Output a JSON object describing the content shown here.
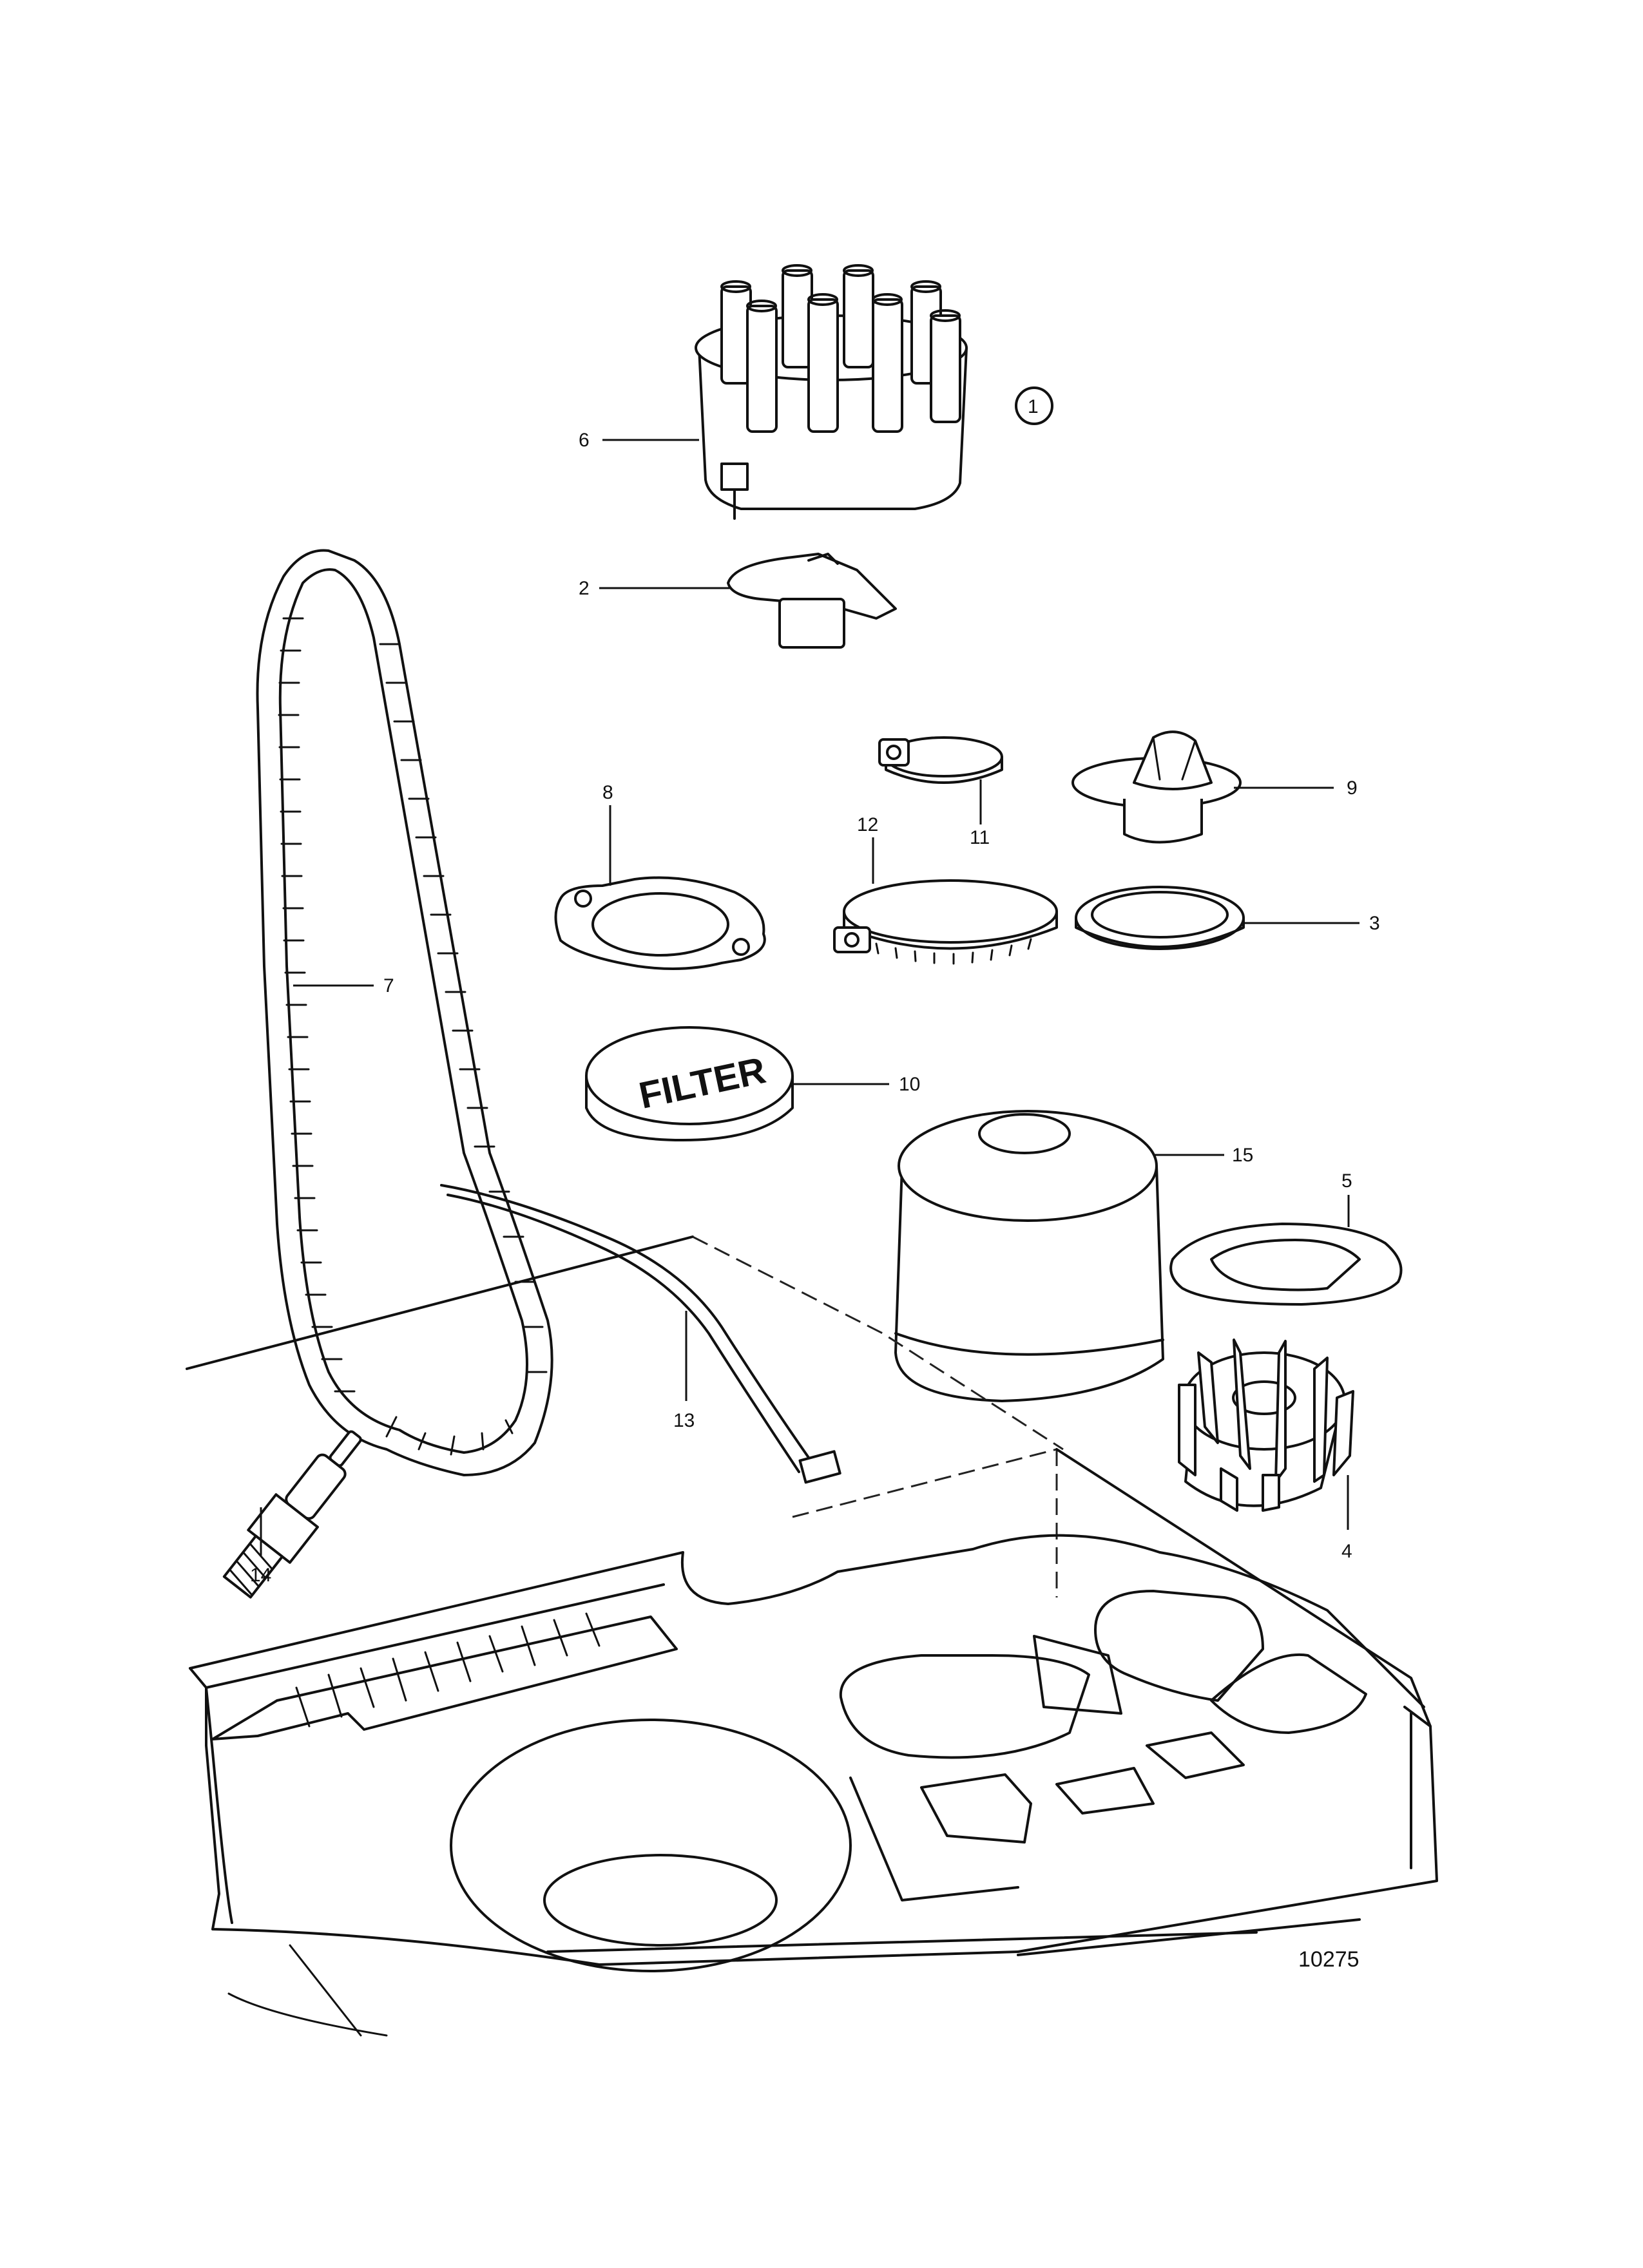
{
  "figure": {
    "group_marker": "1",
    "drawing_number": "10275",
    "parts": [
      {
        "id": "6",
        "name": "distributor-cap"
      },
      {
        "id": "2",
        "name": "rotor-arm"
      },
      {
        "id": "7",
        "name": "drive-belt"
      },
      {
        "id": "8",
        "name": "gasket"
      },
      {
        "id": "11",
        "name": "small-hose-clamp"
      },
      {
        "id": "12",
        "name": "large-hose-clamp"
      },
      {
        "id": "9",
        "name": "thermostat"
      },
      {
        "id": "3",
        "name": "sealing-ring"
      },
      {
        "id": "10",
        "name": "filter-element"
      },
      {
        "id": "15",
        "name": "oil-filter"
      },
      {
        "id": "5",
        "name": "impeller-gasket"
      },
      {
        "id": "13",
        "name": "cable-tie"
      },
      {
        "id": "4",
        "name": "impeller"
      },
      {
        "id": "14",
        "name": "spark-plug"
      }
    ],
    "filter_marking": "FILTER"
  }
}
